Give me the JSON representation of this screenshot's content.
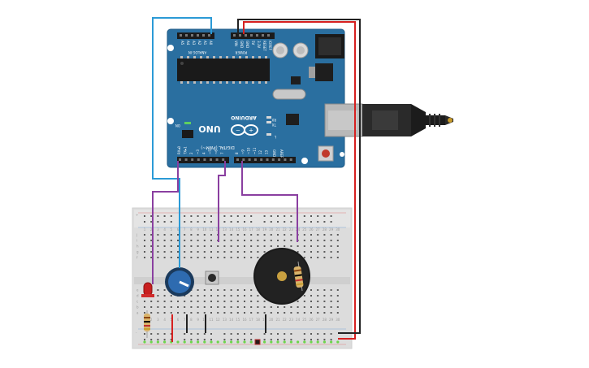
{
  "arduino": {
    "brand": "ARDUINO",
    "model": "UNO",
    "header_analog": "ANALOG IN",
    "header_power": "POWER",
    "header_digital": "DIGITAL (PWM~)",
    "analog_pins": [
      "A5",
      "A4",
      "A3",
      "A2",
      "A1",
      "A0"
    ],
    "power_pins": [
      "VIN",
      "GND",
      "GND",
      "5V",
      "3.3V",
      "RESET",
      "IOREF"
    ],
    "led_labels": [
      "RX",
      "TX",
      "L",
      "ON"
    ],
    "aref_label": "AREF",
    "gnd_label": "GND",
    "board_color": "#2a6fa0"
  },
  "breadboard": {
    "row_letters_top": [
      "j",
      "i",
      "h",
      "g",
      "f"
    ],
    "row_letters_bottom": [
      "e",
      "d",
      "c",
      "b",
      "a"
    ],
    "column_numbers": [
      "1",
      "2",
      "3",
      "4",
      "5",
      "6",
      "7",
      "8",
      "9",
      "10",
      "11",
      "12",
      "13",
      "14",
      "15",
      "16",
      "17",
      "18",
      "19",
      "20",
      "21",
      "22",
      "23",
      "24",
      "25",
      "26",
      "27",
      "28",
      "29",
      "30"
    ],
    "rail_plus": "+",
    "rail_minus": "-"
  },
  "components": {
    "potentiometer": "potentiometer",
    "pushbutton": "pushbutton",
    "led": "red-led",
    "buzzer": "piezo-buzzer",
    "resistors": [
      "resistor-led",
      "resistor-buzzer"
    ]
  },
  "wire_colors": {
    "red": "#d62020",
    "black": "#222222",
    "blue": "#2b9ad6",
    "purple": "#8a3fa0",
    "teal": "#2b9ab6"
  }
}
